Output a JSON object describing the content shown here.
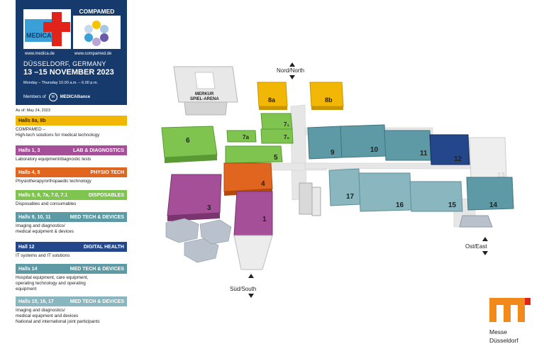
{
  "header": {
    "medica_logo": "MEDICA",
    "compamed_logo": "COMPAMED",
    "medica_url": "www.medica.de",
    "compamed_url": "www.compamed.de",
    "city": "DÜSSELDORF, GERMANY",
    "dates": "13 –15 NOVEMBER 2023",
    "hours": "Monday – Thursday    10.00 a.m. – 6.00 p.m.",
    "members_label": "Members of",
    "alliance": "MEDICAlliance"
  },
  "as_of": "As of: May 24, 2023",
  "legend": [
    {
      "halls": "Halls 8a, 8b",
      "category": "",
      "color": "#f2b705",
      "text_color": "#222222",
      "desc": [
        "COMPAMED –",
        "High-tech solutions for medical technology"
      ]
    },
    {
      "halls": "Halls 1, 3",
      "category": "LAB & DIAGNOSTICS",
      "color": "#a44f98",
      "text_color": "#ffffff",
      "desc": [
        "Laboratory equipment/diagnostic tests"
      ]
    },
    {
      "halls": "Halls 4, 5",
      "category": "PHYSIO TECH",
      "color": "#e0651f",
      "text_color": "#ffffff",
      "desc": [
        "Physiotherapy/orthopaedic technology"
      ]
    },
    {
      "halls": "Halls 5, 6, 7a, 7.0, 7.1",
      "category": "DISPOSABLES",
      "color": "#7ec44f",
      "text_color": "#ffffff",
      "desc": [
        "Disposables and consumables"
      ]
    },
    {
      "halls": "Halls 9, 10, 11",
      "category": "MED TECH & DEVICES",
      "color": "#5e9aa6",
      "text_color": "#ffffff",
      "desc": [
        "Imaging and diagnostics/",
        "medical equipment & devices"
      ]
    },
    {
      "halls": "Hall 12",
      "category": "DIGITAL HEALTH",
      "color": "#24468a",
      "text_color": "#ffffff",
      "desc": [
        "IT systems and IT solutions"
      ]
    },
    {
      "halls": "Halls 14",
      "category": "MED TECH & DEVICES",
      "color": "#5e9aa6",
      "text_color": "#ffffff",
      "desc": [
        "Hospital equipment, care equipment,",
        "operating technology and operating",
        "equipment"
      ]
    },
    {
      "halls": "Halls 15, 16, 17",
      "category": "MED TECH & DEVICES",
      "color": "#8ab6bf",
      "text_color": "#ffffff",
      "desc": [
        "Imaging and diagnostics/",
        "medical equipment and devices",
        "National and international joint participants"
      ]
    }
  ],
  "map": {
    "arena_line1": "MERKUR",
    "arena_line2": "SPIEL-ARENA",
    "north": "Nord/North",
    "south": "Süd/South",
    "east": "Ost/East",
    "halls": {
      "h1": "1",
      "h3": "3",
      "h4": "4",
      "h5": "5",
      "h6": "6",
      "h7a": "7a",
      "h70": "7₀",
      "h71": "7₁",
      "h8a": "8a",
      "h8b": "8b",
      "h9": "9",
      "h10": "10",
      "h11": "11",
      "h12": "12",
      "h13": "13",
      "h14": "14",
      "h15": "15",
      "h16": "16",
      "h17": "17"
    }
  },
  "footer": {
    "messe_line1": "Messe",
    "messe_line2": "Düsseldorf"
  }
}
